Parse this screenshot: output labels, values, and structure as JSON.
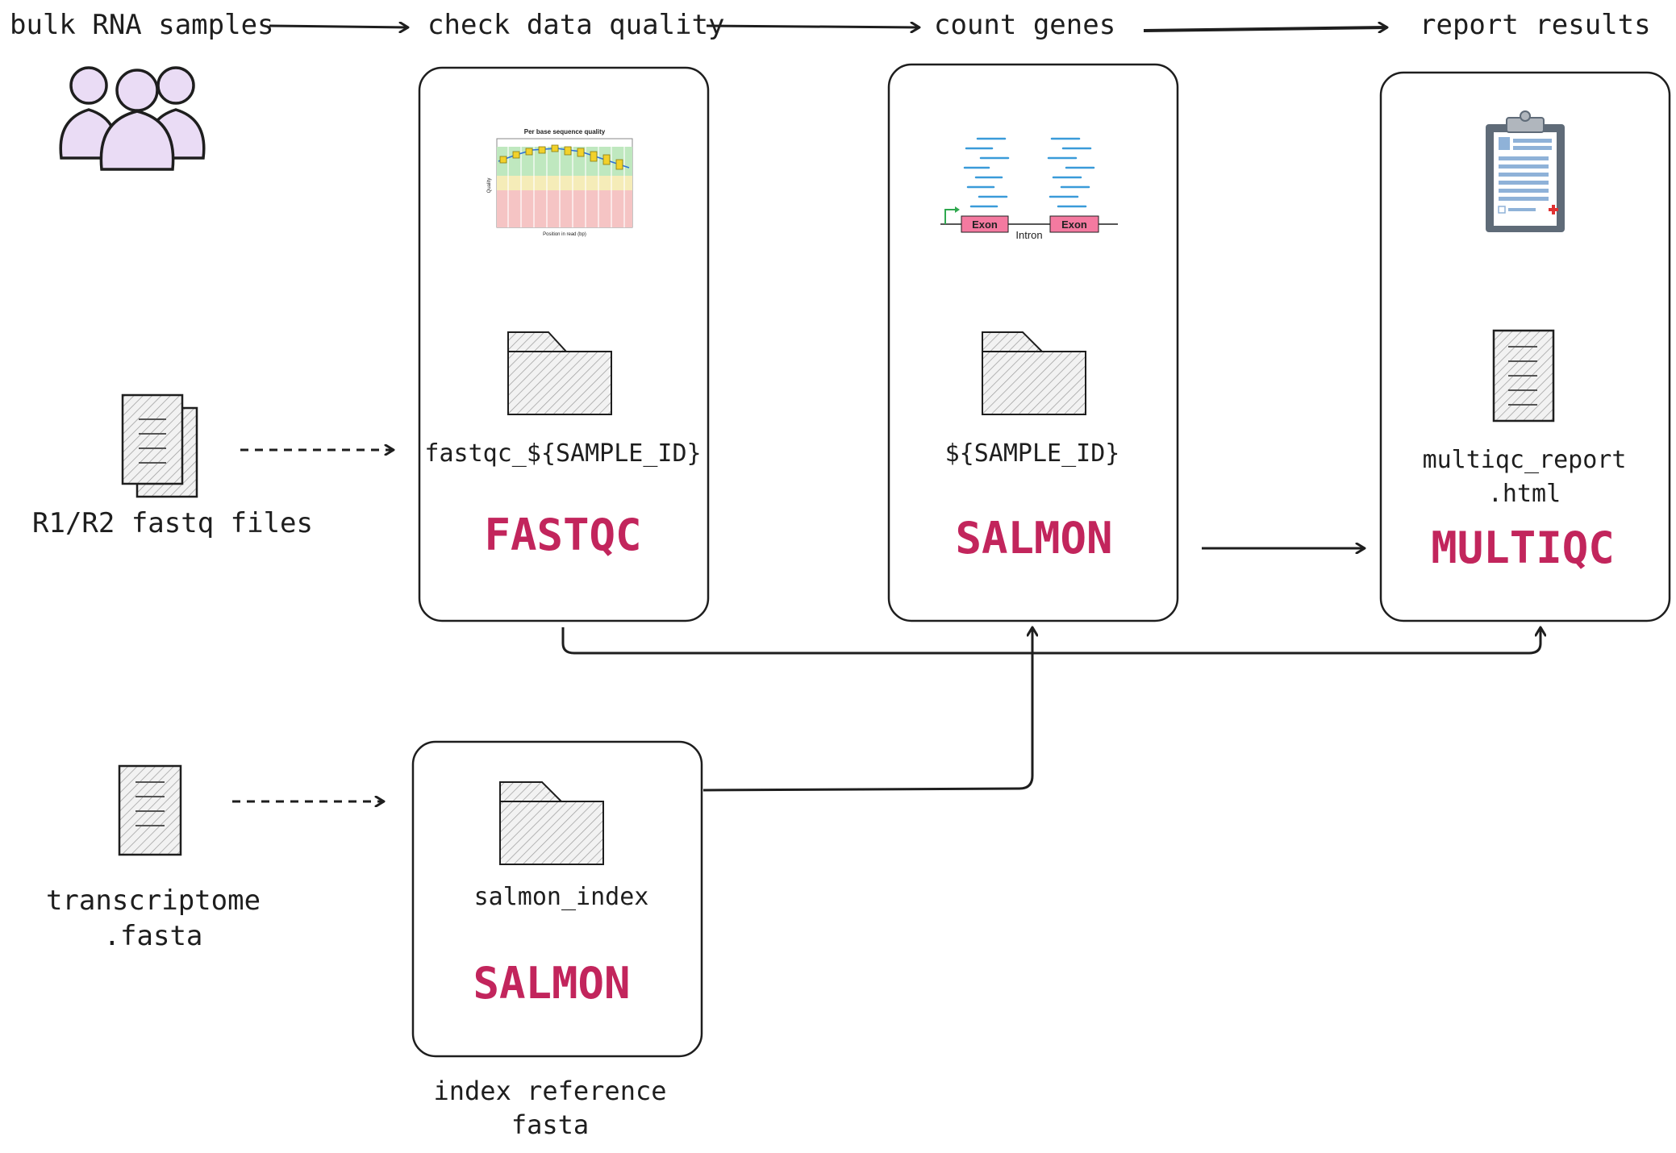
{
  "steps": {
    "samples": "bulk RNA samples",
    "qc": "check data quality",
    "count": "count genes",
    "report": "report results"
  },
  "inputs": {
    "fastq": "R1/R2 fastq files",
    "transcriptome_line1": "transcriptome",
    "transcriptome_line2": ".fasta"
  },
  "fastqc": {
    "output": "fastqc_${SAMPLE_ID}",
    "tool": "FASTQC",
    "chart_title": "Per base sequence quality",
    "chart_xlabel": "Position in read (bp)",
    "chart_ylabel": "Quality"
  },
  "salmon_quant": {
    "output": "${SAMPLE_ID}",
    "tool": "SALMON",
    "exon1": "Exon",
    "exon2": "Exon",
    "intron": "Intron"
  },
  "multiqc": {
    "output_line1": "multiqc_report",
    "output_line2": ".html",
    "tool": "MULTIQC"
  },
  "salmon_index": {
    "output": "salmon_index",
    "tool": "SALMON",
    "caption_line1": "index reference",
    "caption_line2": "fasta"
  },
  "colors": {
    "accent": "#c2255c",
    "ink": "#1e1e1e",
    "people_fill": "#eadcf5",
    "exon_fill": "#f47aa0",
    "read_blue": "#3a9bd9"
  }
}
